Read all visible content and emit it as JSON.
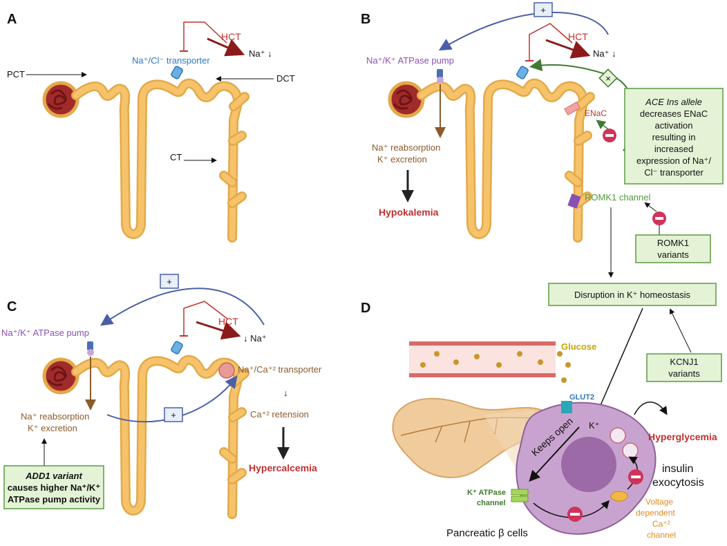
{
  "panels": {
    "a": "A",
    "b": "B",
    "c": "C",
    "d": "D"
  },
  "panel_a": {
    "hct": "HCT",
    "na_down": "Na⁺ ↓",
    "pct": "PCT",
    "dct": "DCT",
    "ct": "CT",
    "transporter": "Na⁺/Cl⁻ transporter"
  },
  "panel_b": {
    "plus": "+",
    "hct": "HCT",
    "na_down": "Na⁺ ↓",
    "pump": "Na⁺/K⁺ ATPase pump",
    "cross": "×",
    "enac": "ENaC",
    "reabsorption": "Na⁺ reabsorption",
    "excretion": "K⁺ excretion",
    "hypokalemia": "Hypokalemia",
    "ace_box": [
      "ACE Ins allele",
      "decreases ENaC",
      "activation",
      "resulting in",
      "increased",
      "expression of Na⁺/",
      "Cl⁻ transporter"
    ],
    "romk1_channel": "ROMK1 channel",
    "romk1_box": [
      "ROMK1",
      "variants"
    ]
  },
  "panel_c": {
    "plus_top": "+",
    "plus_mid": "+",
    "hct": "HCT",
    "na_down": "↓ Na⁺",
    "pump": "Na⁺/K⁺ ATPase pump",
    "naca": "Na⁺/Ca⁺² transporter",
    "ca_retension": "Ca⁺² retension",
    "hypercalcemia": "Hypercalcemia",
    "reabsorption": "Na⁺ reabsorption",
    "excretion": "K⁺ excretion",
    "add1_box": [
      "ADD1 variant",
      "causes higher Na⁺/K⁺",
      "ATPase pump activity"
    ]
  },
  "panel_d": {
    "disruption": "Disruption in K⁺ homeostasis",
    "kcnj1_box": [
      "KCNJ1",
      "variants"
    ],
    "glucose": "Glucose",
    "glut2": "GLUT2",
    "kplus": "K⁺",
    "keeps_open": "Keeps open",
    "hyperglycemia": "Hyperglycemia",
    "insulin": "insulin",
    "exocytosis": "exocytosis",
    "katp_channel": [
      "K⁺ ATPase",
      "channel"
    ],
    "voltage_channel": [
      "Voltage",
      "dependent",
      "Ca⁺²",
      "channel"
    ],
    "beta_cells": "Pancreatic  β cells"
  },
  "colors": {
    "tubule": "#f6c36a",
    "tubule_edge": "#e3a94a",
    "hct_red": "#c0302e",
    "feedback_blue": "#4a5fa8",
    "green_arrow": "#3f7a2f",
    "box_fill": "#e4f3d6",
    "box_stroke": "#5a9a3e",
    "cell_fill": "#c9a3cf",
    "nucleus": "#9c6aa6"
  }
}
